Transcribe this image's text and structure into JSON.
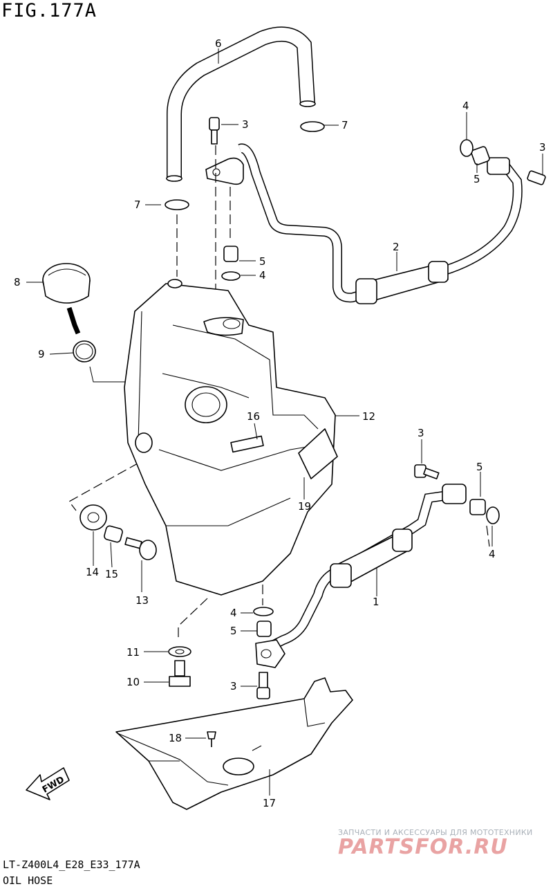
{
  "figure": {
    "title": "FIG.177A",
    "model_code": "LT-Z400L4_E28_E33_177A",
    "section_name": "OIL HOSE"
  },
  "fwd_label": "FWD",
  "callouts": [
    {
      "id": "c6",
      "label": "6"
    },
    {
      "id": "c3a",
      "label": "3"
    },
    {
      "id": "c7a",
      "label": "7"
    },
    {
      "id": "c4a",
      "label": "4"
    },
    {
      "id": "c3b",
      "label": "3"
    },
    {
      "id": "c5a",
      "label": "5"
    },
    {
      "id": "c7b",
      "label": "7"
    },
    {
      "id": "c2",
      "label": "2"
    },
    {
      "id": "c5b",
      "label": "5"
    },
    {
      "id": "c4b",
      "label": "4"
    },
    {
      "id": "c8",
      "label": "8"
    },
    {
      "id": "c9",
      "label": "9"
    },
    {
      "id": "c12",
      "label": "12"
    },
    {
      "id": "c16",
      "label": "16"
    },
    {
      "id": "c3c",
      "label": "3"
    },
    {
      "id": "c5c",
      "label": "5"
    },
    {
      "id": "c19",
      "label": "19"
    },
    {
      "id": "c4c",
      "label": "4"
    },
    {
      "id": "c14",
      "label": "14"
    },
    {
      "id": "c15",
      "label": "15"
    },
    {
      "id": "c1",
      "label": "1"
    },
    {
      "id": "c13",
      "label": "13"
    },
    {
      "id": "c4d",
      "label": "4"
    },
    {
      "id": "c5d",
      "label": "5"
    },
    {
      "id": "c11",
      "label": "11"
    },
    {
      "id": "c10",
      "label": "10"
    },
    {
      "id": "c3d",
      "label": "3"
    },
    {
      "id": "c18",
      "label": "18"
    },
    {
      "id": "c17",
      "label": "17"
    }
  ],
  "watermark": {
    "tagline": "ЗАПЧАСТИ И АКСЕССУАРЫ ДЛЯ МОТОТЕХНИКИ",
    "logo": "PARTSFOR.RU"
  }
}
